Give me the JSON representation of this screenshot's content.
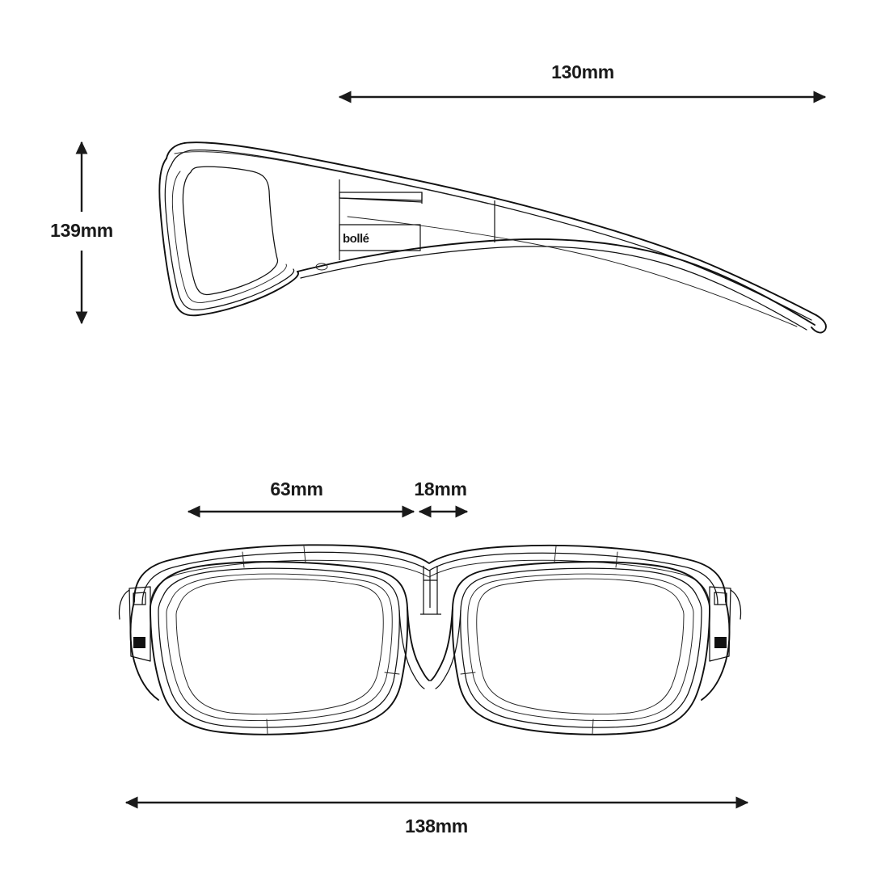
{
  "product": {
    "brand": "bollé",
    "drawing_type": "technical-dimension-drawing"
  },
  "views": {
    "side": {
      "name": "side-profile-view"
    },
    "front": {
      "name": "front-view"
    }
  },
  "dimensions": {
    "temple_length": {
      "label": "130mm",
      "value": 130,
      "unit": "mm",
      "orientation": "horizontal",
      "view": "side"
    },
    "frame_height": {
      "label": "139mm",
      "value": 139,
      "unit": "mm",
      "orientation": "vertical",
      "view": "side"
    },
    "lens_width": {
      "label": "63mm",
      "value": 63,
      "unit": "mm",
      "orientation": "horizontal",
      "view": "front"
    },
    "bridge_width": {
      "label": "18mm",
      "value": 18,
      "unit": "mm",
      "orientation": "horizontal",
      "view": "front"
    },
    "frame_width": {
      "label": "138mm",
      "value": 138,
      "unit": "mm",
      "orientation": "horizontal",
      "view": "front"
    }
  },
  "colors": {
    "background": "#ffffff",
    "line": "#111111",
    "text": "#1a1a1a"
  }
}
